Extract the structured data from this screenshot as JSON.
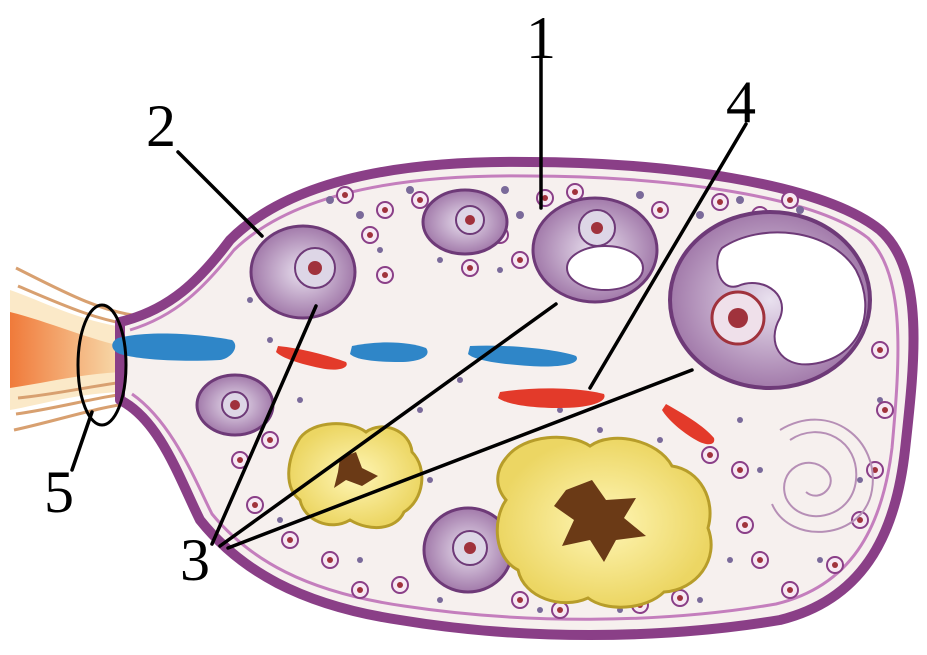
{
  "labels": {
    "one": "1",
    "two": "2",
    "three": "3",
    "four": "4",
    "five": "5"
  },
  "colors": {
    "capsule": "#8a3f87",
    "stroma": "#f6f0ee",
    "follicle": "#9a6fa4",
    "oocyte": "#ddd6e6",
    "nucleus": "#a0323c",
    "corpus": "#f2e27a",
    "corpus_rim": "#b79d2a",
    "vein": "#2f86c8",
    "artery": "#e33a2a",
    "leader": "#000000"
  },
  "icons": {
    "ovary": "ovary-cross-section-illustration"
  }
}
